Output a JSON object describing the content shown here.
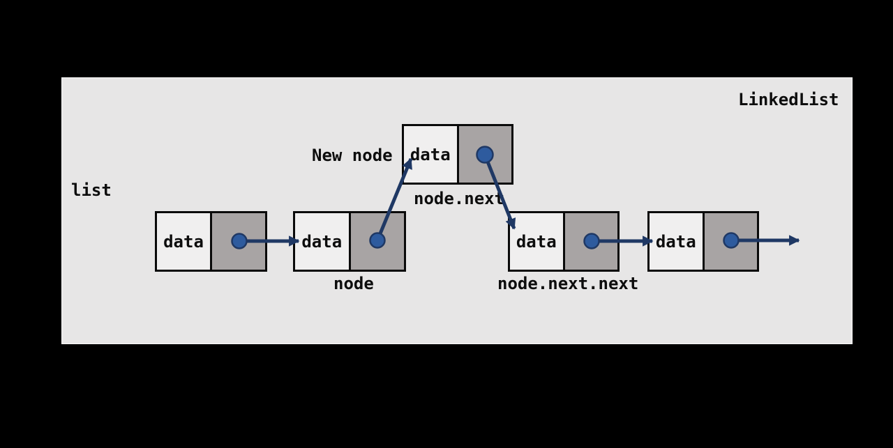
{
  "window": {
    "background_color": "#000000"
  },
  "diagram": {
    "title": "LinkedList",
    "list_label": "list",
    "panel_color": "#e7e6e6",
    "node_border_color": "#0a0a0a",
    "data_cell_color": "#f0efef",
    "pointer_cell_color": "#a8a4a4",
    "pointer_dot_color": "#2e5b9e",
    "arrow_color": "#1f3864",
    "new_node": {
      "label": "New node",
      "data_label": "data",
      "caption": "node.next"
    },
    "nodes": [
      {
        "data_label": "data",
        "caption": ""
      },
      {
        "data_label": "data",
        "caption": "node"
      },
      {
        "data_label": "data",
        "caption": "node.next.next"
      },
      {
        "data_label": "data",
        "caption": ""
      }
    ]
  }
}
